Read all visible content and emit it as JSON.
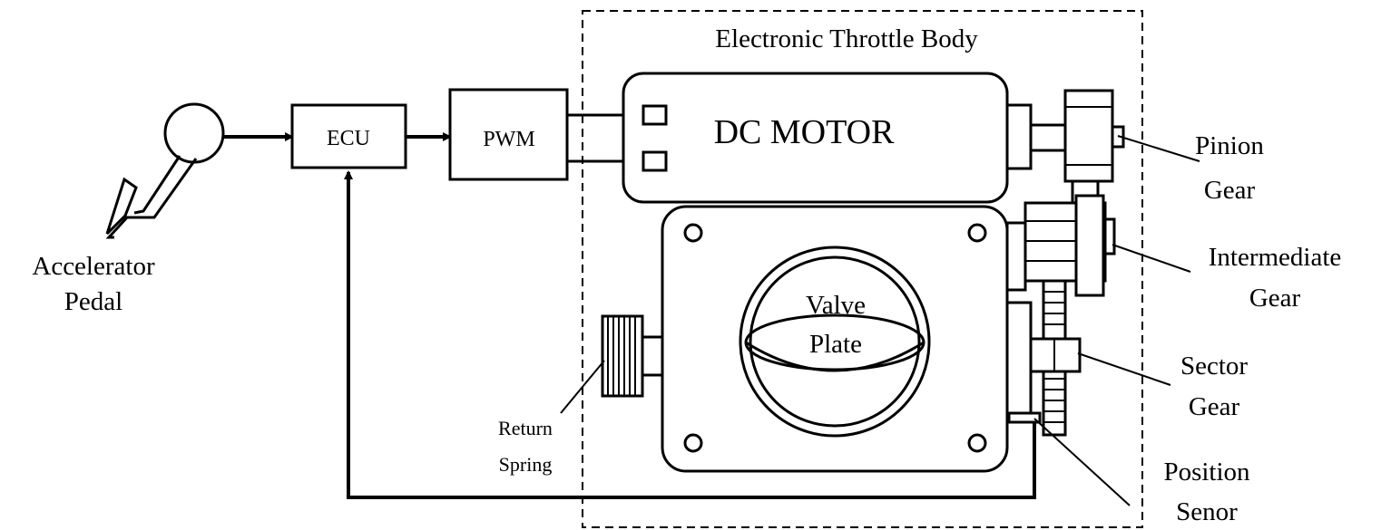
{
  "title": "Electronic Throttle Body",
  "blocks": {
    "ecu": "ECU",
    "pwm": "PWM",
    "motor": "DC MOTOR"
  },
  "valve": {
    "line1": "Valve",
    "line2": "Plate"
  },
  "labels": {
    "accelerator_1": "Accelerator",
    "accelerator_2": "Pedal",
    "return_1": "Return",
    "return_2": "Spring",
    "pinion_1": "Pinion",
    "pinion_2": "Gear",
    "intermediate_1": "Intermediate",
    "intermediate_2": "Gear",
    "sector_1": "Sector",
    "sector_2": "Gear",
    "position_1": "Position",
    "position_2": "Senor"
  }
}
